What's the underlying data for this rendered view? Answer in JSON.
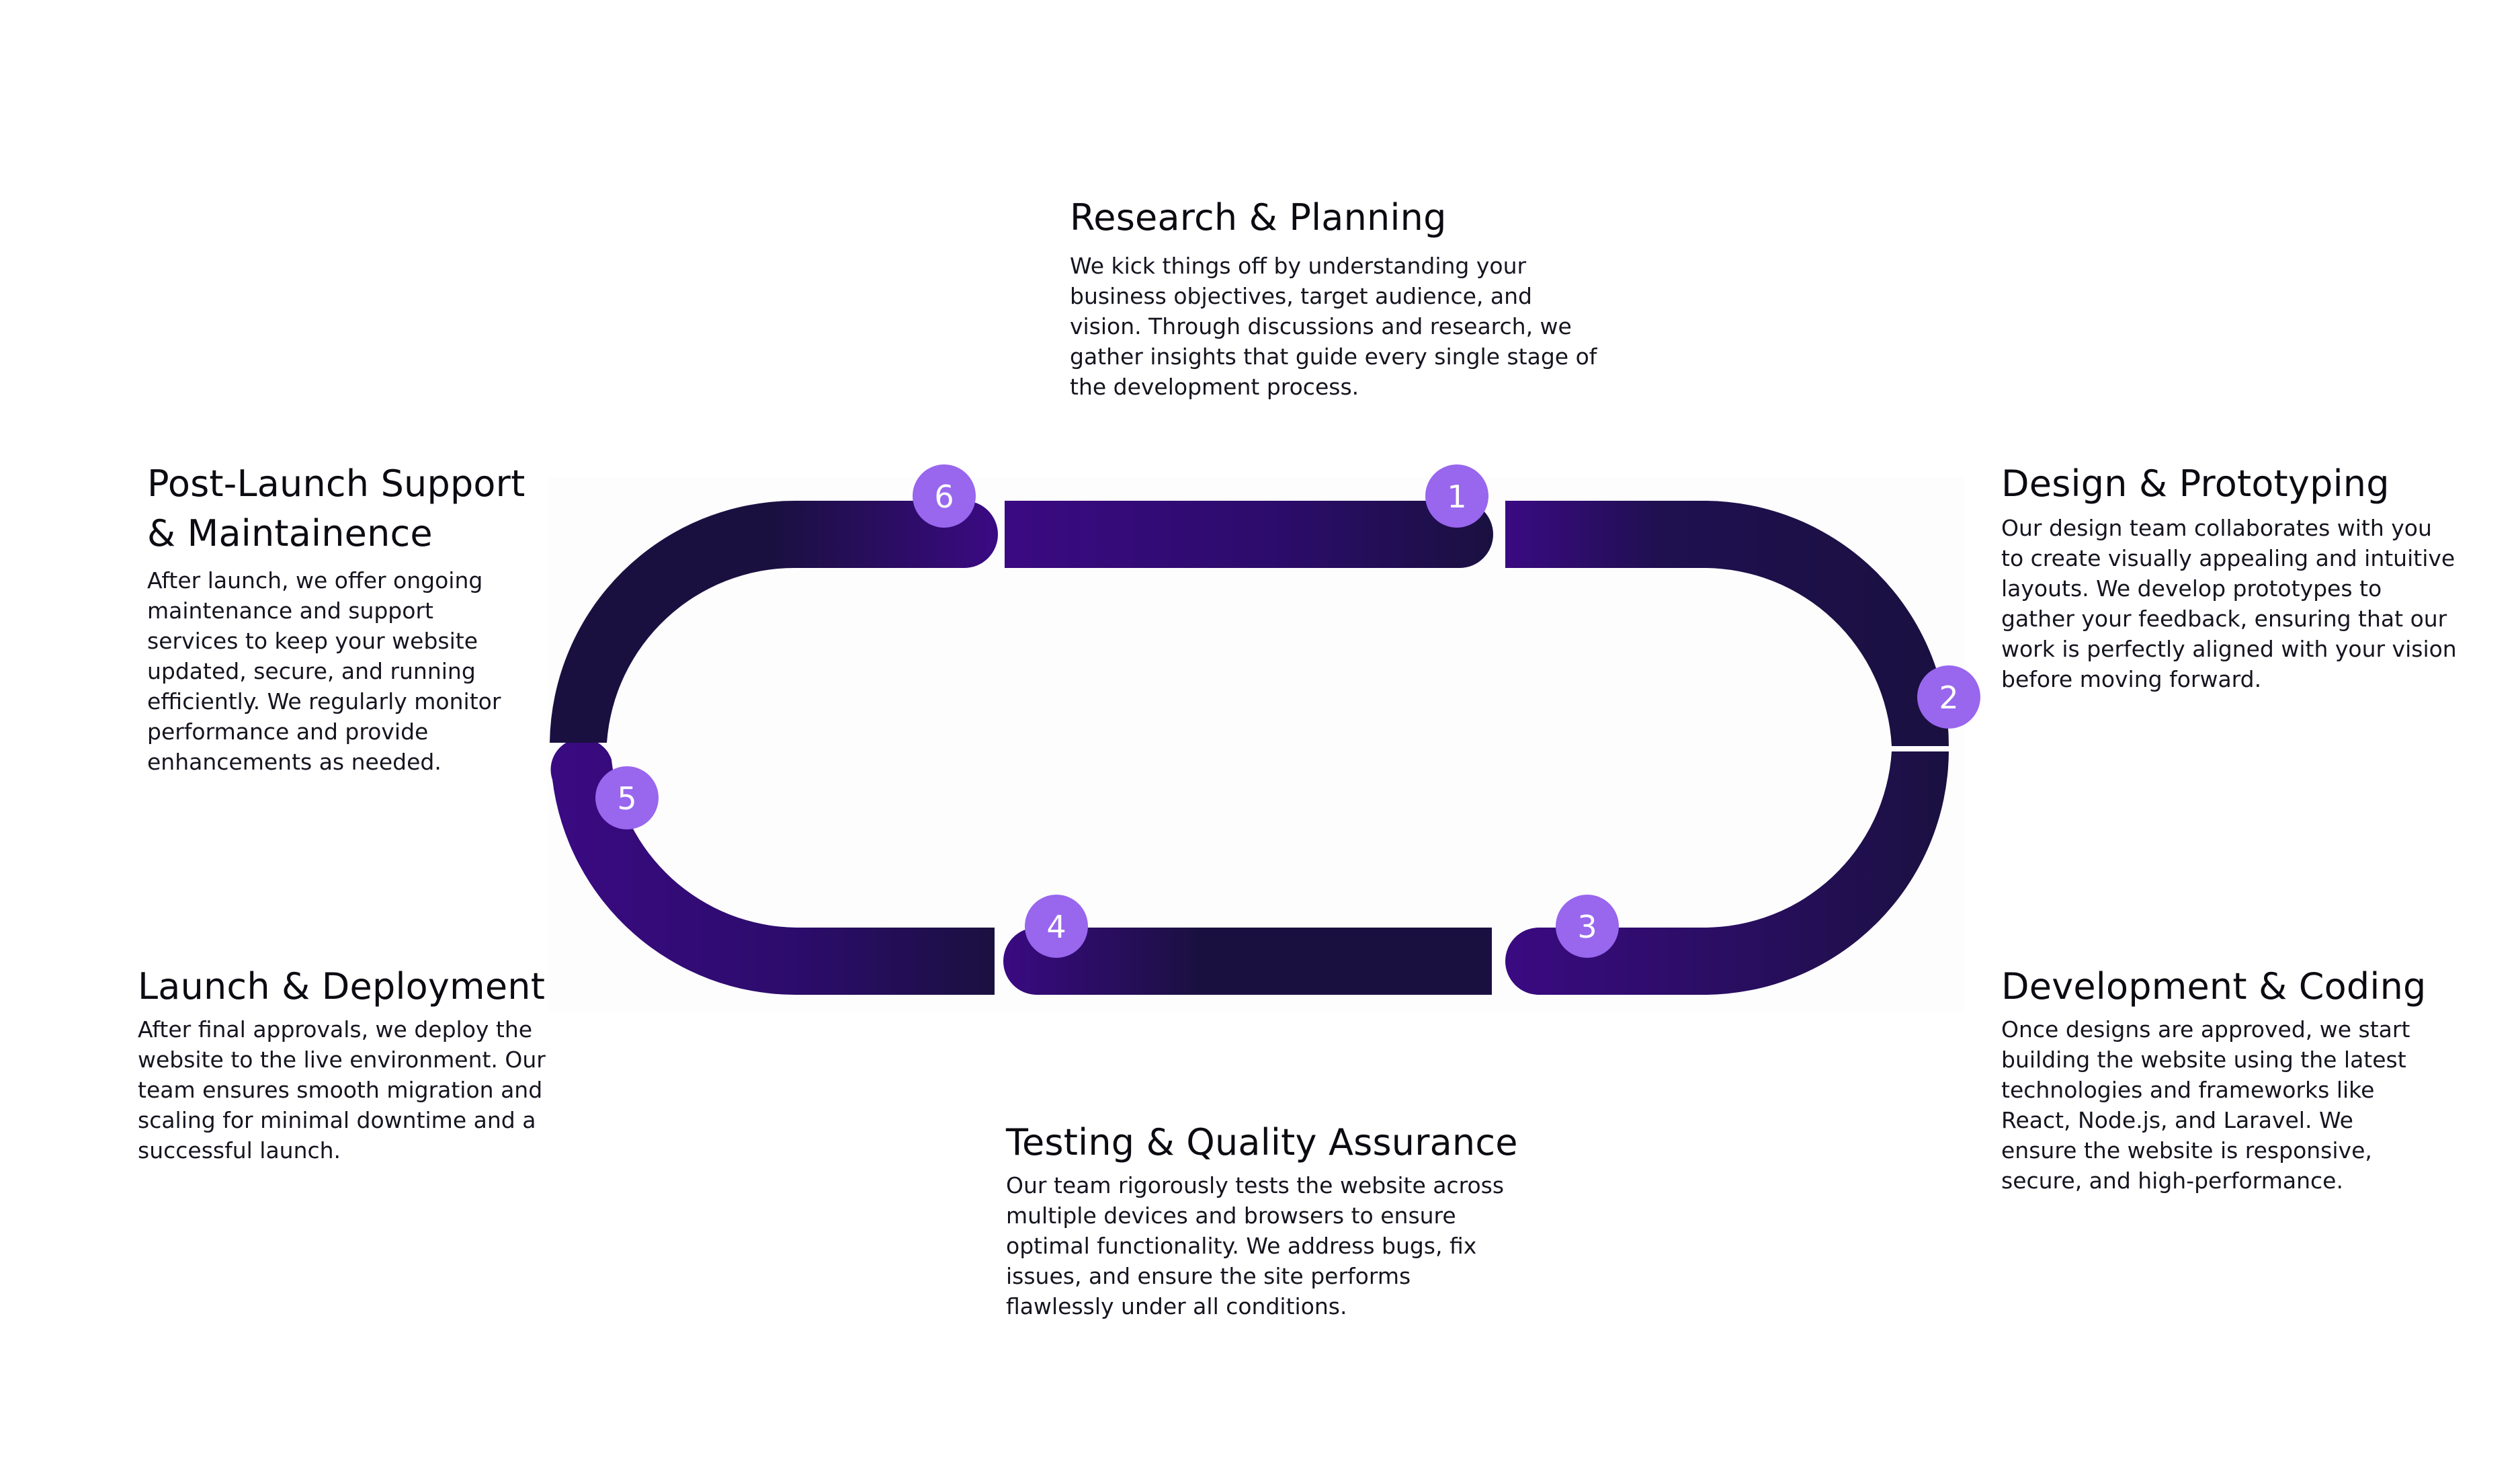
{
  "steps": [
    {
      "number": "1",
      "title": "Research & Planning",
      "description": "We kick things off by understanding your business objectives, target audience, and vision. Through discussions and research, we gather insights that guide every single stage of the development process."
    },
    {
      "number": "2",
      "title": "Design & Prototyping",
      "description": "Our design team collaborates with you to create visually appealing and intuitive layouts. We develop prototypes to gather your feedback, ensuring that our work is perfectly aligned with your vision before moving forward."
    },
    {
      "number": "3",
      "title": "Development & Coding",
      "description": "Once designs are approved, we start building the website using the latest technologies and frameworks like React, Node.js, and Laravel. We ensure the website is responsive, secure, and high-performance."
    },
    {
      "number": "4",
      "title": "Testing & Quality Assurance",
      "description": "Our team rigorously tests the website across multiple devices and browsers to ensure optimal functionality. We address bugs, fix issues, and ensure the site performs flawlessly under all conditions."
    },
    {
      "number": "5",
      "title": "Launch & Deployment",
      "description": "After final approvals, we deploy the website to the live environment. Our team ensures smooth migration and scaling for minimal downtime and a successful launch."
    },
    {
      "number": "6",
      "title": "Post-Launch Support & Maintainence",
      "description": "After launch, we offer ongoing maintenance and support services to keep your website updated, secure, and running efficiently. We regularly monitor performance and provide enhancements as needed."
    }
  ],
  "colors": {
    "segment_dark": "#1a1040",
    "segment_purple": "#3a0a82",
    "badge": "#9966ee",
    "badge_text": "#ffffff"
  }
}
